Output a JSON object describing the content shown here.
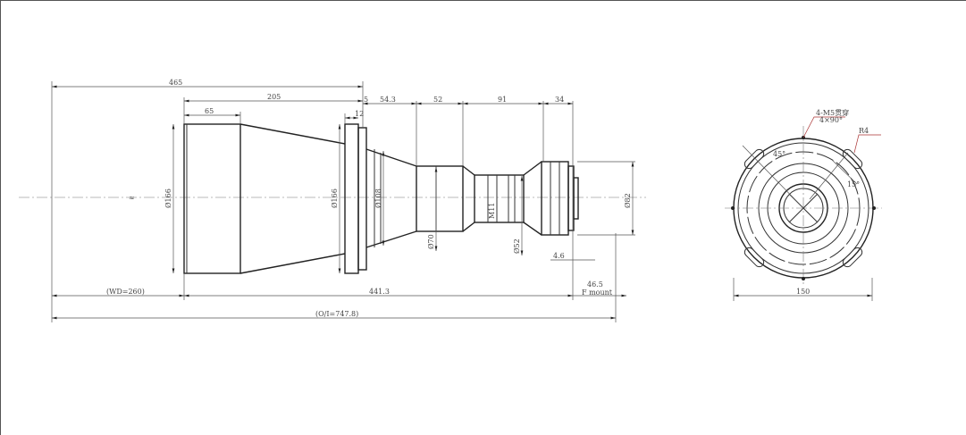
{
  "side_view": {
    "dims": {
      "overall": "465",
      "front": "205",
      "barrel": "65",
      "flange_gap": "5",
      "flange": "12",
      "s1": "54.3",
      "s2": "52",
      "s3": "91",
      "s4": "34",
      "d_front": "Ø166",
      "d_flange": "Ø166",
      "d_cone": "Ø108",
      "d_mid": "Ø70",
      "d_narrow": "Ø52",
      "d_rear": "Ø82",
      "m": "M11",
      "mount_offset": "4.6",
      "mount_len": "46.5",
      "mount_type": "F mount",
      "wd": "(WD=260)",
      "body": "441.3",
      "oi": "(O/I=747.8)"
    }
  },
  "front_view": {
    "holes": "4-M5贯穿",
    "holes_angle": "4×90°",
    "radius": "R4",
    "angle1": "45°",
    "angle2": "15°",
    "diameter": "150"
  }
}
